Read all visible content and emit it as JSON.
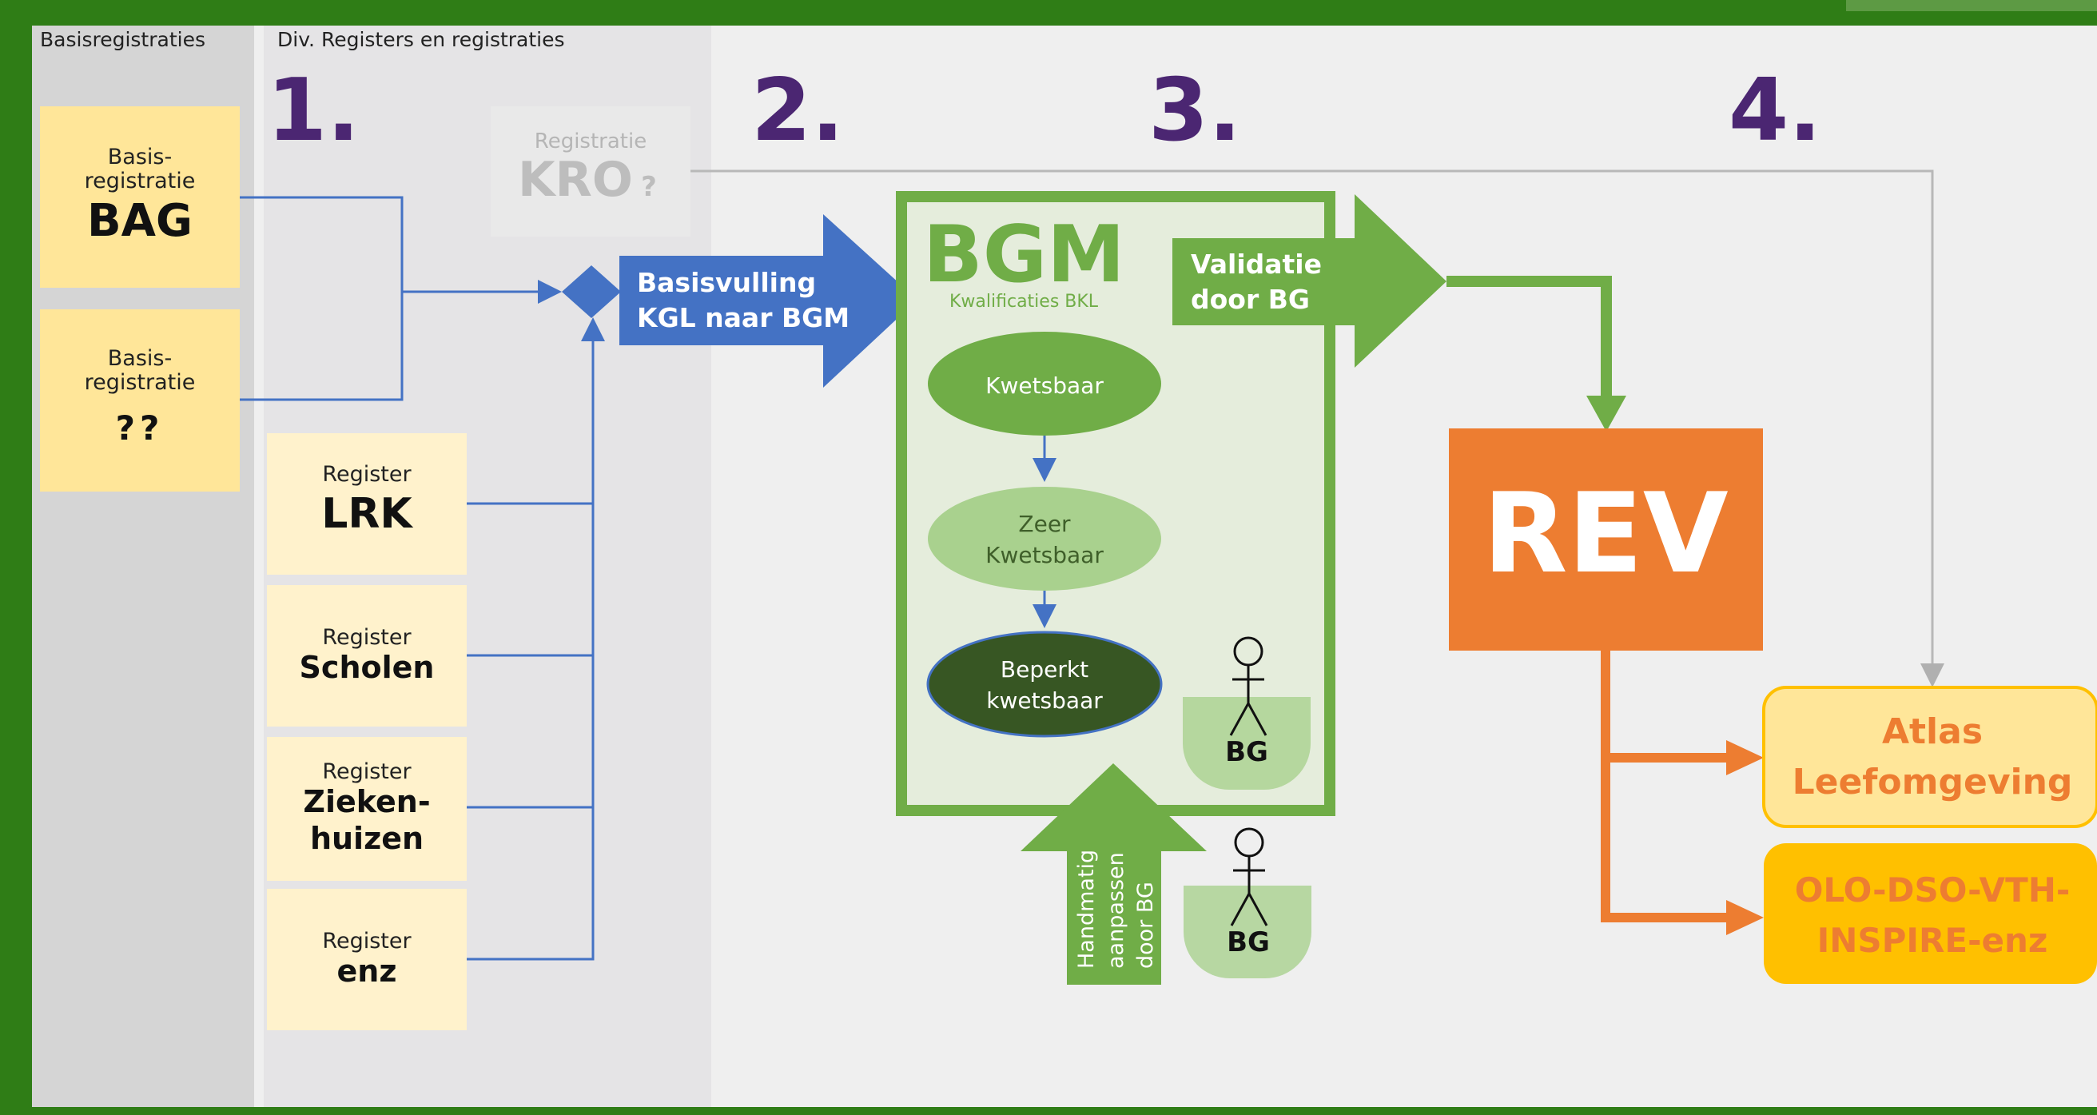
{
  "columns": {
    "basis_header": "Basisregistraties",
    "registers_header": "Div. Registers en registraties"
  },
  "steps": [
    "1.",
    "2.",
    "3.",
    "4."
  ],
  "basis_boxes": [
    {
      "line1": "Basis-",
      "line2": "registratie",
      "name": "BAG"
    },
    {
      "line1": "Basis-",
      "line2": "registratie",
      "name": "??"
    }
  ],
  "kro": {
    "label": "Registratie",
    "name": "KRO",
    "suffix": "?"
  },
  "registers": [
    {
      "label": "Register",
      "name_lines": [
        "LRK"
      ]
    },
    {
      "label": "Register",
      "name_lines": [
        "Scholen"
      ]
    },
    {
      "label": "Register",
      "name_lines": [
        "Zieken-",
        "huizen"
      ]
    },
    {
      "label": "Register",
      "name_lines": [
        "enz"
      ]
    }
  ],
  "basisvulling": {
    "lines": [
      "Basisvulling",
      "KGL naar BGM"
    ]
  },
  "bgm": {
    "title": "BGM",
    "subtitle": "Kwalificaties BKL",
    "ellipses": [
      {
        "lines": [
          "Kwetsbaar"
        ]
      },
      {
        "lines": [
          "Zeer",
          "Kwetsbaar"
        ]
      },
      {
        "lines": [
          "Beperkt",
          "kwetsbaar"
        ]
      }
    ],
    "actor_label": "BG"
  },
  "validatie": {
    "lines": [
      "Validatie",
      "door BG"
    ]
  },
  "handmatig": {
    "lines": [
      "Handmatig",
      "aanpassen",
      "door BG"
    ],
    "actor_label": "BG"
  },
  "rev": {
    "label": "REV"
  },
  "outputs": [
    {
      "lines": [
        "Atlas",
        "Leefomgeving"
      ]
    },
    {
      "lines": [
        "OLO-DSO-VTH-",
        "INSPIRE-enz"
      ]
    }
  ],
  "colors": {
    "frame_green": "#2f7d16",
    "blue": "#4472c4",
    "green": "#70ad47",
    "orange": "#ed7d31",
    "purple": "#4b2672",
    "yellow_box": "#ffe699",
    "light_yellow": "#fff2cc"
  }
}
